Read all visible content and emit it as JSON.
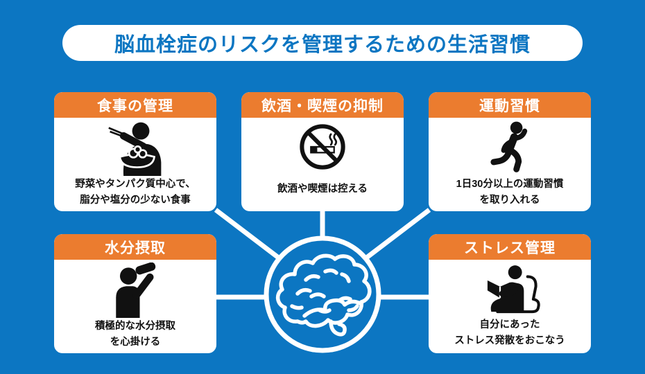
{
  "title": "脳血栓症のリスクを管理するための生活習慣",
  "colors": {
    "background_blue": "#0C76C2",
    "header_orange": "#EB7C2F",
    "card_white": "#FFFFFF",
    "icon_black": "#111111",
    "connector_white": "#FFFFFF"
  },
  "center": {
    "icon": "brain-icon"
  },
  "cards": [
    {
      "id": "diet",
      "title": "食事の管理",
      "icon": "eating-person-icon",
      "lines": [
        "野菜やタンパク質中心で、",
        "脂分や塩分の少ない食事"
      ]
    },
    {
      "id": "alcohol-smoking",
      "title": "飲酒・喫煙の抑制",
      "icon": "no-smoking-icon",
      "lines": [
        "飲酒や喫煙は控える"
      ]
    },
    {
      "id": "exercise",
      "title": "運動習慣",
      "icon": "running-person-icon",
      "lines": [
        "1日30分以上の運動習慣",
        "を取り入れる"
      ]
    },
    {
      "id": "hydration",
      "title": "水分摂取",
      "icon": "drinking-person-icon",
      "lines": [
        "積極的な水分摂取",
        "を心掛ける"
      ]
    },
    {
      "id": "stress",
      "title": "ストレス管理",
      "icon": "reading-person-icon",
      "lines": [
        "自分にあった",
        "ストレス発散をおこなう"
      ]
    }
  ]
}
